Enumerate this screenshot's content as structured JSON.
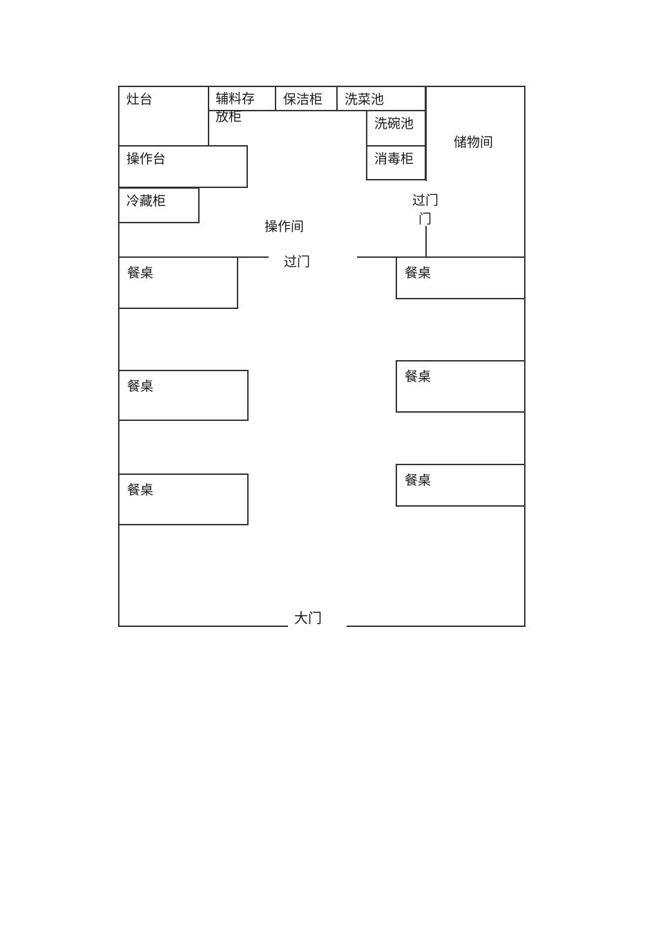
{
  "floor_plan": {
    "rooms": {
      "operation_room": "操作间",
      "storage_room": "储物间"
    },
    "equipment": {
      "stove": "灶台",
      "ingredient_storage_cabinet": "辅料存放柜",
      "cleaning_cabinet": "保洁柜",
      "vegetable_sink": "洗菜池",
      "dish_washing_sink": "洗碗池",
      "disinfection_cabinet": "消毒柜",
      "worktable": "操作台",
      "refrigerated_cabinet": "冷藏柜"
    },
    "dining_table_label": "餐桌",
    "dining_table_count": 6,
    "doors": {
      "storage_passage": "过门",
      "storage_door": "门",
      "dining_passage": "过门",
      "main_gate": "大门"
    },
    "colors": {
      "line": "#333333",
      "text": "#1a1a1a",
      "background": "#ffffff"
    }
  }
}
